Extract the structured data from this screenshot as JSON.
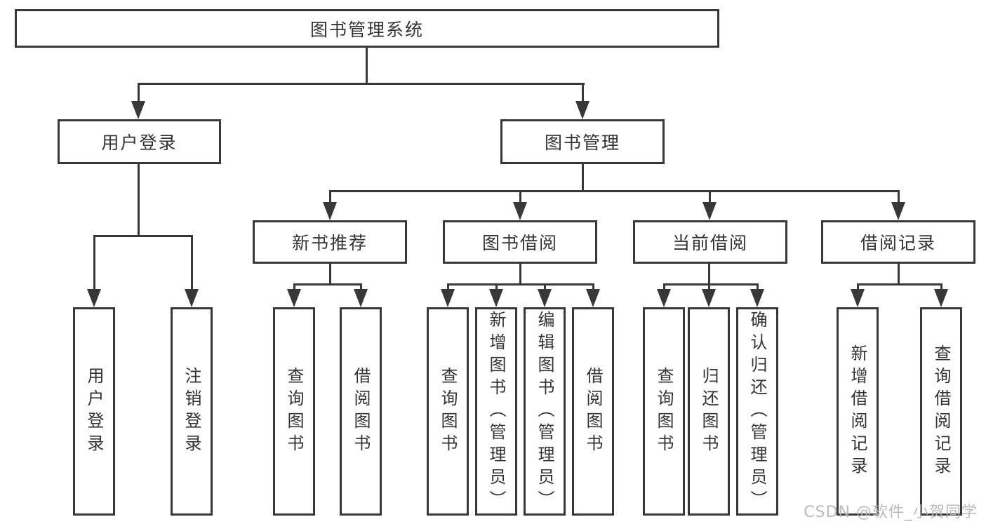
{
  "tree": {
    "root": "图书管理系统",
    "children": [
      {
        "label": "用户登录",
        "leaves": [
          "用户登录",
          "注销登录"
        ]
      },
      {
        "label": "图书管理",
        "children": [
          {
            "label": "新书推荐",
            "leaves": [
              "查询图书",
              "借阅图书"
            ]
          },
          {
            "label": "图书借阅",
            "leaves": [
              "查询图书",
              "新增图书（管理员）",
              "编辑图书（管理员）",
              "借阅图书"
            ]
          },
          {
            "label": "当前借阅",
            "leaves": [
              "查询图书",
              "归还图书",
              "确认归还（管理员）"
            ]
          },
          {
            "label": "借阅记录",
            "leaves": [
              "新增借阅记录",
              "查询借阅记录"
            ]
          }
        ]
      }
    ]
  },
  "watermark": "CSDN @软件_小贺同学",
  "colors": {
    "line": "#383838",
    "text": "#333333",
    "watermark": "#b4b4b4",
    "background": "#ffffff"
  }
}
